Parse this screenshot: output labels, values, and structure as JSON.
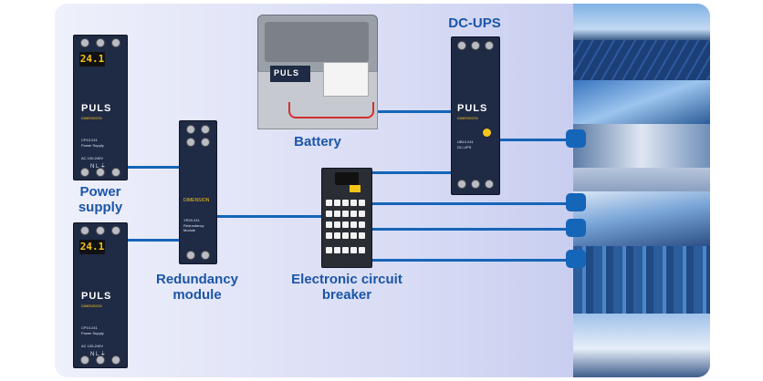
{
  "labels": {
    "power_supply": "Power supply",
    "redundancy_module": "Redundancy module",
    "battery": "Battery",
    "dc_ups": "DC-UPS",
    "ecb": "Electronic circuit breaker"
  },
  "devices": {
    "psu_display": "24.1",
    "brand": "PULS",
    "sub_brand": "DIMENSION",
    "psu_model": "CP10.241",
    "psu_type": "Power Supply",
    "psu_input": "AC 100-240V",
    "psu_terminals": "N L ⏚",
    "red_model": "YR20.241",
    "red_type": "Redundancy Module",
    "ups_model": "UB10.241",
    "ups_type": "DC-UPS",
    "battery_brand": "PULS"
  },
  "photos": [
    "wind-farm",
    "solar-panels",
    "industrial-plant",
    "factory-machinery",
    "conveyor",
    "high-speed-train",
    "city-skyline",
    "electric-car"
  ],
  "colors": {
    "wire": "#1565b8",
    "title": "#1b55a8",
    "module": "#1f2a44"
  }
}
